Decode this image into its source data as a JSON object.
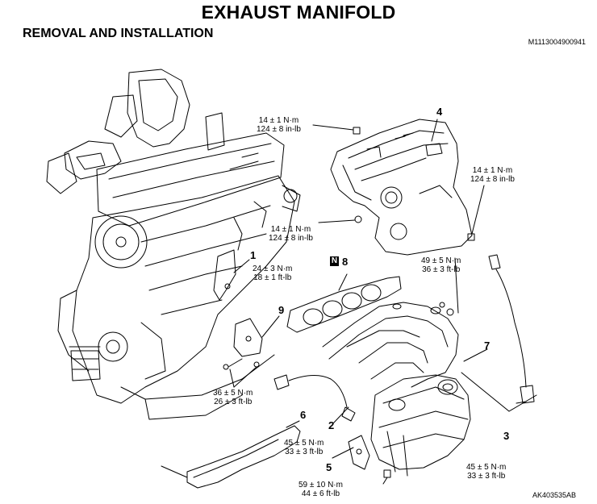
{
  "header": {
    "title": "EXHAUST MANIFOLD",
    "subtitle": "REMOVAL AND INSTALLATION",
    "doc_id": "M1113004900941"
  },
  "figure_id": "AK403535AB",
  "torque_labels": [
    {
      "id": "t1",
      "line1": "14 ± 1 N·m",
      "line2": "124 ± 8 in-lb"
    },
    {
      "id": "t2",
      "line1": "14 ± 1 N·m",
      "line2": "124 ± 8 in-lb"
    },
    {
      "id": "t3",
      "line1": "14 ± 1 N·m",
      "line2": "124 ± 8 in-lb"
    },
    {
      "id": "t4",
      "line1": "24 ± 3 N·m",
      "line2": "18 ± 1 ft-lb"
    },
    {
      "id": "t5",
      "line1": "49 ± 5 N·m",
      "line2": "36 ± 3 ft-lb"
    },
    {
      "id": "t6",
      "line1": "36 ± 5 N·m",
      "line2": "26 ± 3 ft-lb"
    },
    {
      "id": "t7",
      "line1": "45 ± 5 N·m",
      "line2": "33 ± 3 ft-lb"
    },
    {
      "id": "t8",
      "line1": "45 ± 5 N·m",
      "line2": "33 ± 3 ft-lb"
    },
    {
      "id": "t9",
      "line1": "59 ± 10 N·m",
      "line2": "44 ± 6 ft-lb"
    }
  ],
  "part_numbers": [
    "1",
    "2",
    "3",
    "4",
    "5",
    "6",
    "7",
    "8",
    "9"
  ],
  "new_part_badge": "N"
}
